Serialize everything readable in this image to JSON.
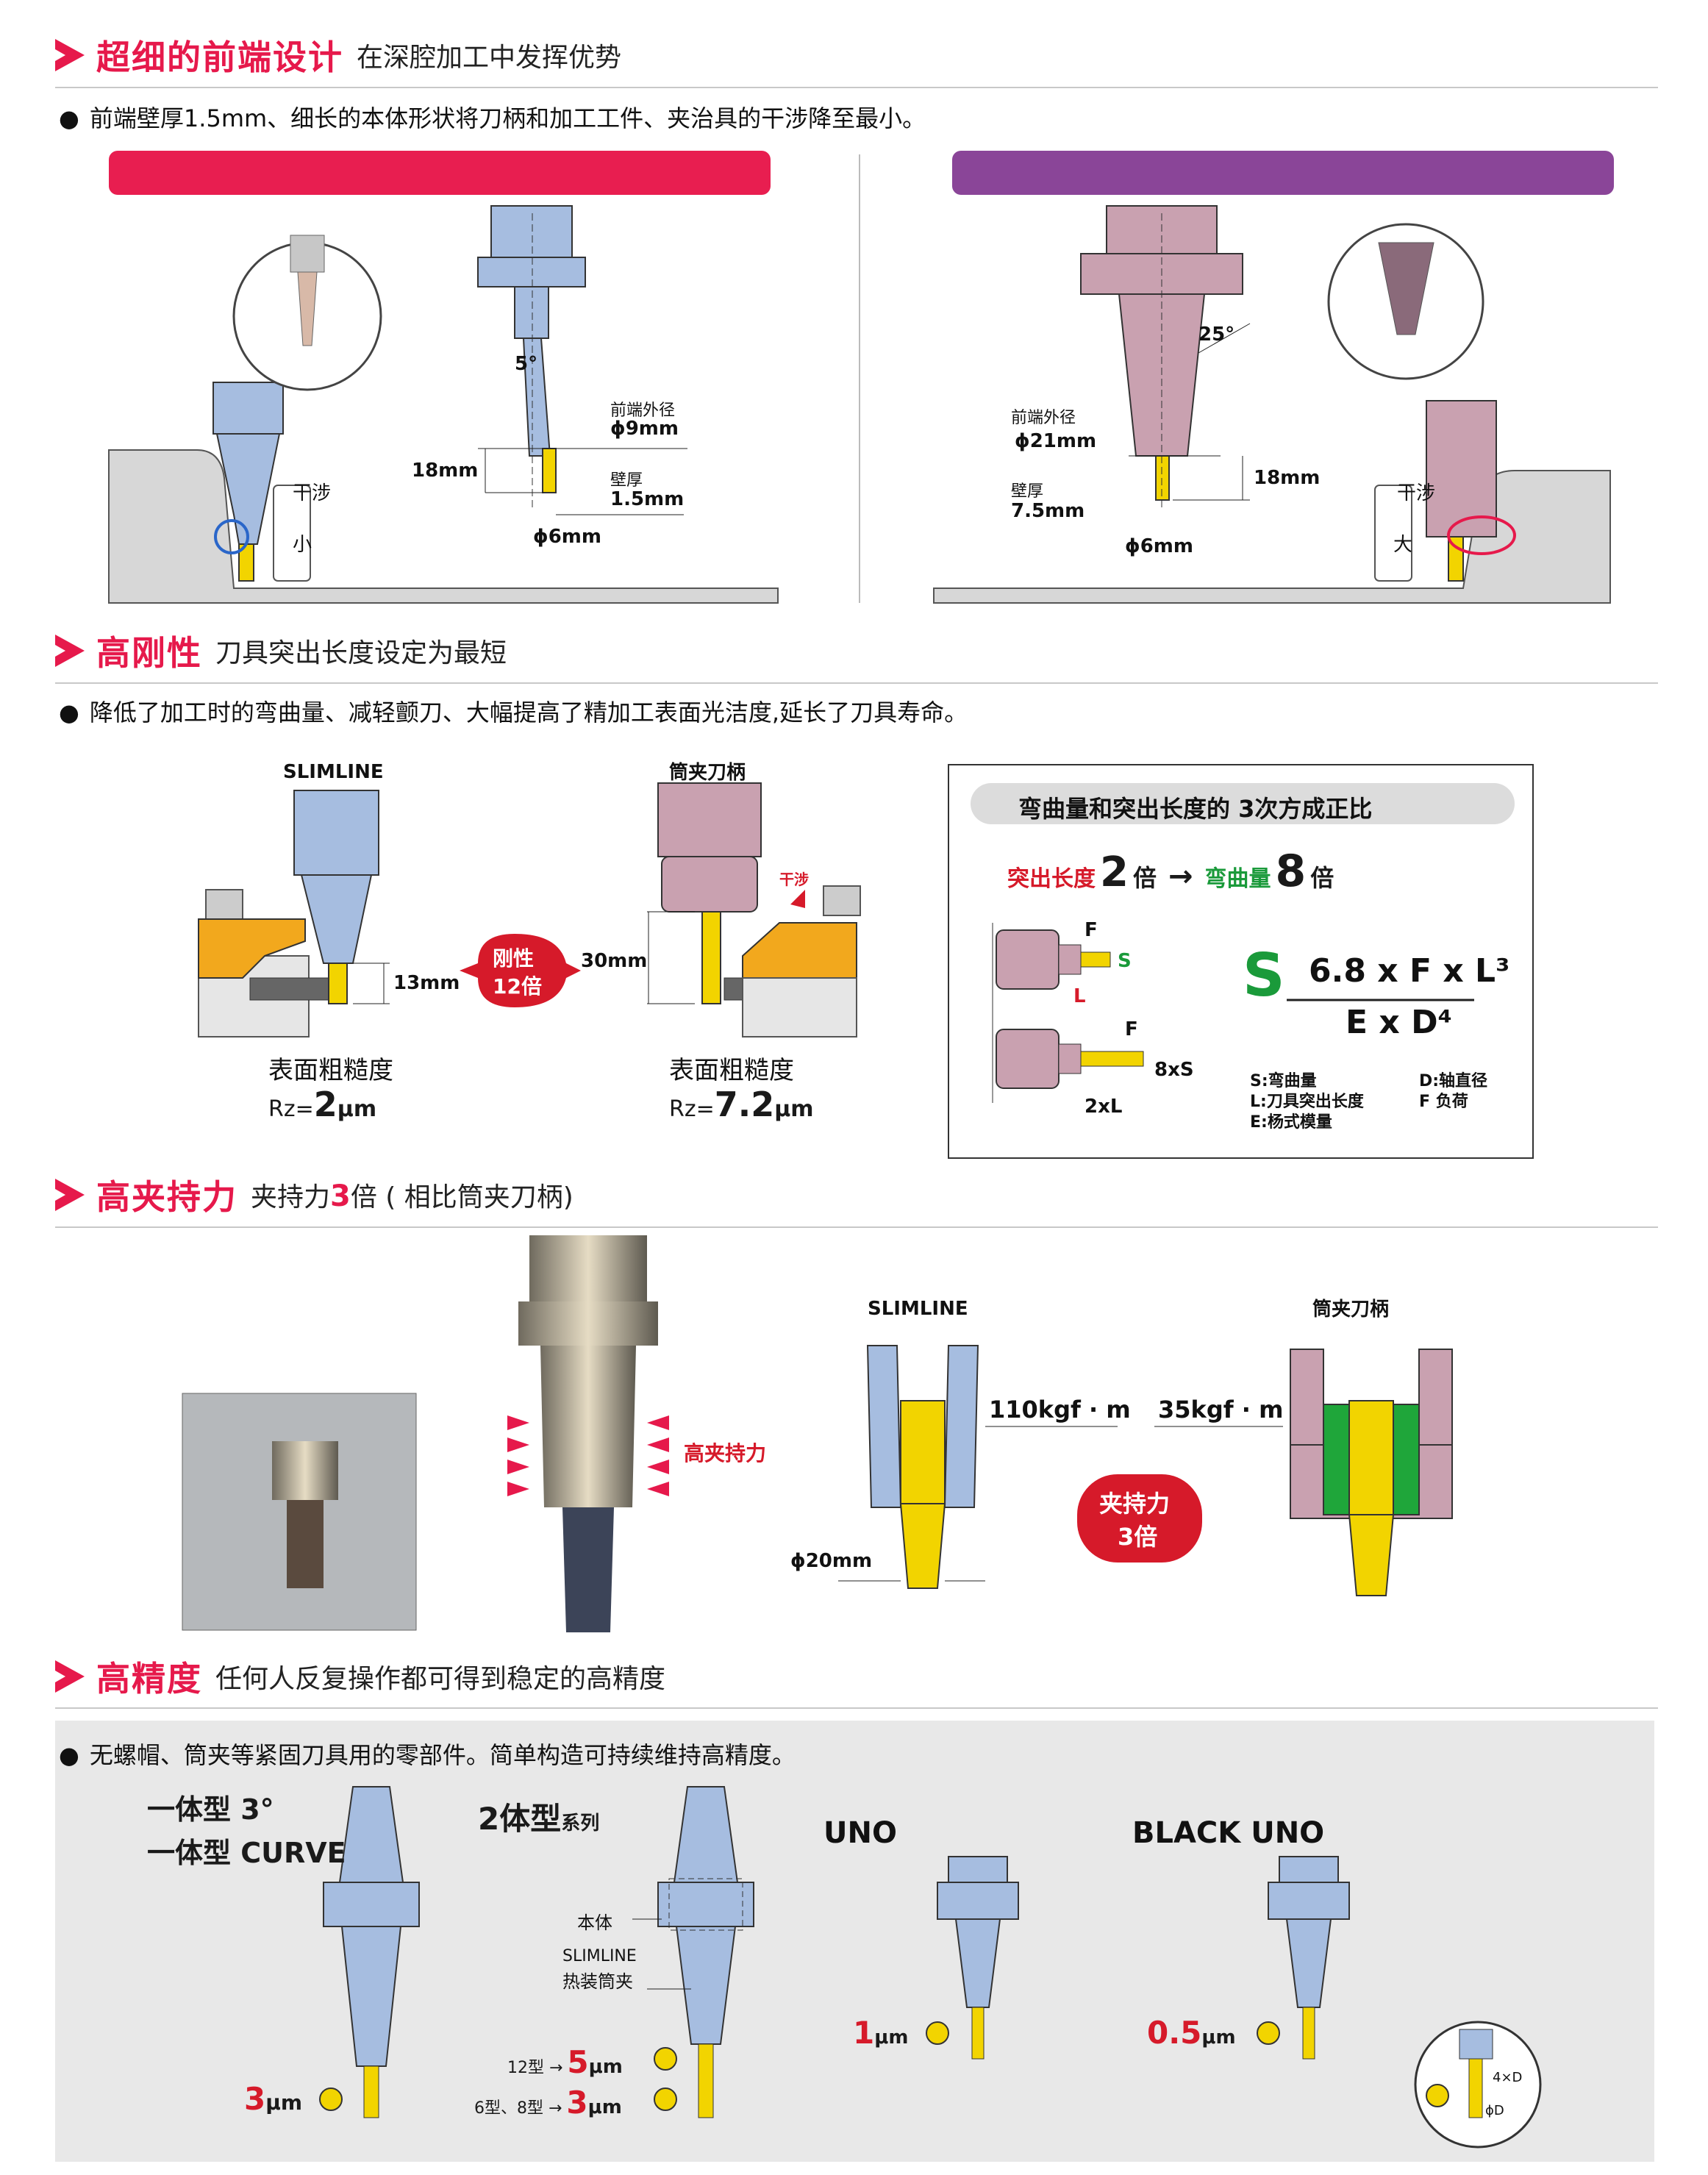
{
  "colors": {
    "accent": "#e6194b",
    "pink_bar": "#e81e50",
    "purple_bar": "#8a4598",
    "tool_blue": "#a6bde0",
    "holder_pink": "#c9a1b0",
    "yellow": "#f2d400",
    "gray_work": "#d7d7d7"
  },
  "s1": {
    "title": "超细的前端设计",
    "subtitle": "在深腔加工中发挥优势",
    "bullet": "前端壁厚1.5mm、细长的本体形状将刀柄和加工工件、夹治具的干涉降至最小。",
    "left": {
      "angle": "5°",
      "tip_od_label": "前端外径",
      "tip_od": "ϕ9mm",
      "length": "18mm",
      "wall_label": "壁厚",
      "wall": "1.5mm",
      "dia": "ϕ6mm",
      "interf": "干涉",
      "small": "小"
    },
    "right": {
      "angle": "25°",
      "tip_od_label": "前端外径",
      "tip_od": "ϕ21mm",
      "length": "18mm",
      "wall_label": "壁厚",
      "wall": "7.5mm",
      "dia": "ϕ6mm",
      "interf": "干涉",
      "large": "大"
    }
  },
  "s2": {
    "title": "高刚性",
    "subtitle": "刀具突出长度设定为最短",
    "bullet": "降低了加工时的弯曲量、减轻颤刀、大幅提高了精加工表面光洁度,延长了刀具寿命。",
    "slim_label": "SLIMLINE",
    "collet_label": "筒夹刀柄",
    "len_slim": "13mm",
    "len_collet": "30mm",
    "interf": "干涉",
    "badge_line1": "刚性",
    "badge_line2": "12倍",
    "rough_label": "表面粗糙度",
    "rz_prefix": "Rz=",
    "rz_slim": "2",
    "rz_collet": "7.2",
    "rz_unit": "μm",
    "box": {
      "header": "弯曲量和突出长度的 3次方成正比",
      "l1": "突出长度",
      "l1_val": "2",
      "times": "倍",
      "arrow": "→",
      "l2": "弯曲量",
      "l2_val": "8",
      "F": "F",
      "S": "S",
      "L": "L",
      "eightS": "8xS",
      "twoL": "2xL",
      "formula_S": "S",
      "formula_num": "6.8 x F x L³",
      "formula_den": "E x D⁴",
      "legend": [
        "S:弯曲量",
        "L:刀具突出长度",
        "E:杨式模量",
        "D:轴直径",
        "F 负荷"
      ]
    }
  },
  "s3": {
    "title": "高夹持力",
    "subtitle_pre": "夹持力",
    "subtitle_num": "3",
    "subtitle_post": "倍 ( 相比筒夹刀柄)",
    "clamp_label": "高夹持力",
    "slim_label": "SLIMLINE",
    "collet_label": "筒夹刀柄",
    "torque_slim": "110kgf · m",
    "torque_collet": "35kgf · m",
    "dia": "ϕ20mm",
    "badge_line1": "夹持力",
    "badge_line2": "3倍"
  },
  "s4": {
    "title": "高精度",
    "subtitle": "任何人反复操作都可得到稳定的高精度",
    "bullet": "无螺帽、筒夹等紧固刀具用的零部件。简单构造可持续维持高精度。",
    "t1_line1": "一体型 3°",
    "t1_line2": "一体型 CURVE",
    "t1_acc": "3",
    "t2_title": "2体型",
    "t2_series": "系列",
    "t2_body": "本体",
    "t2_slim1": "SLIMLINE",
    "t2_slim2": "热装筒夹",
    "t2_12": "12型 →",
    "t2_12_acc": "5",
    "t2_68": "6型、8型 →",
    "t2_68_acc": "3",
    "uno": "UNO",
    "uno_acc": "1",
    "black_uno": "BLACK UNO",
    "black_acc": "0.5",
    "unit": "μm",
    "four_d": "4×D",
    "phi_d": "ϕD"
  }
}
